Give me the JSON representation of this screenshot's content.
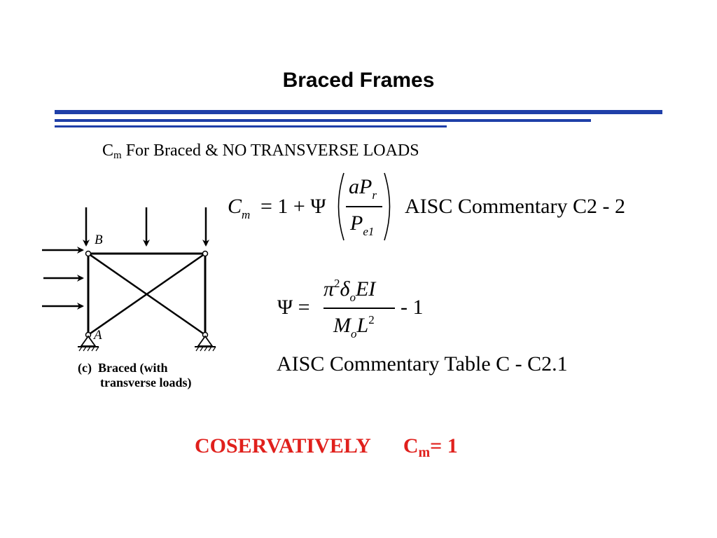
{
  "title": "Braced Frames",
  "subtitle": {
    "prefix": "C",
    "sub": "m",
    "rest": " For Braced & NO TRANSVERSE LOADS"
  },
  "eq1": {
    "lhs_main": "C",
    "lhs_sub": "m",
    "equals": "= 1 + Ψ",
    "num_main": "aP",
    "num_sub": "r",
    "den_main": "P",
    "den_sub": "e1",
    "reference": "AISC Commentary C2 - 2"
  },
  "eq2": {
    "lhs": "Ψ =",
    "num_pi": "π",
    "num_pi_sup": "2",
    "num_delta": "δ",
    "num_delta_sub": "o",
    "num_rest": "EI",
    "den_M": "M",
    "den_M_sub": "o",
    "den_L": "L",
    "den_L_sup": "2",
    "tail": "- 1",
    "reference": "AISC Commentary Table C - C2.1"
  },
  "figure": {
    "label_b": "B",
    "label_a": "A",
    "caption_line1": "(c)  Braced (with",
    "caption_line2": "transverse loads)"
  },
  "conservative": {
    "text": "COSERVATIVELY",
    "c": "C",
    "sub": "m",
    "value": "= 1"
  },
  "colors": {
    "rule": "#1f3fa8",
    "accent": "#e0201c"
  }
}
